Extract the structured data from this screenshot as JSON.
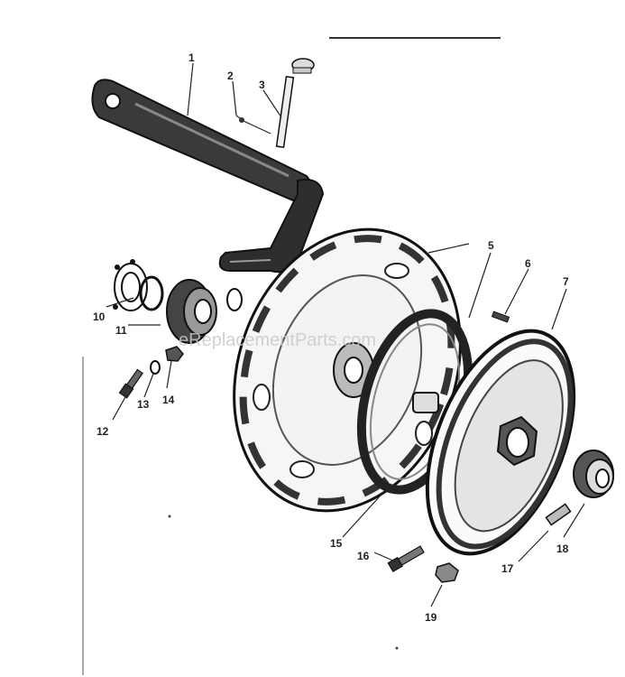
{
  "diagram": {
    "watermark": "eReplacementParts.com",
    "callouts": [
      {
        "id": "p1",
        "label": "1"
      },
      {
        "id": "p2",
        "label": "2"
      },
      {
        "id": "p3",
        "label": "3"
      },
      {
        "id": "p5",
        "label": "5"
      },
      {
        "id": "p6",
        "label": "6"
      },
      {
        "id": "p7",
        "label": "7"
      },
      {
        "id": "p10",
        "label": "10"
      },
      {
        "id": "p11",
        "label": "11"
      },
      {
        "id": "p12",
        "label": "12"
      },
      {
        "id": "p13",
        "label": "13"
      },
      {
        "id": "p14",
        "label": "14"
      },
      {
        "id": "p15",
        "label": "15"
      },
      {
        "id": "p16",
        "label": "16"
      },
      {
        "id": "p17",
        "label": "17"
      },
      {
        "id": "p18",
        "label": "18"
      },
      {
        "id": "p19",
        "label": "19"
      }
    ]
  }
}
